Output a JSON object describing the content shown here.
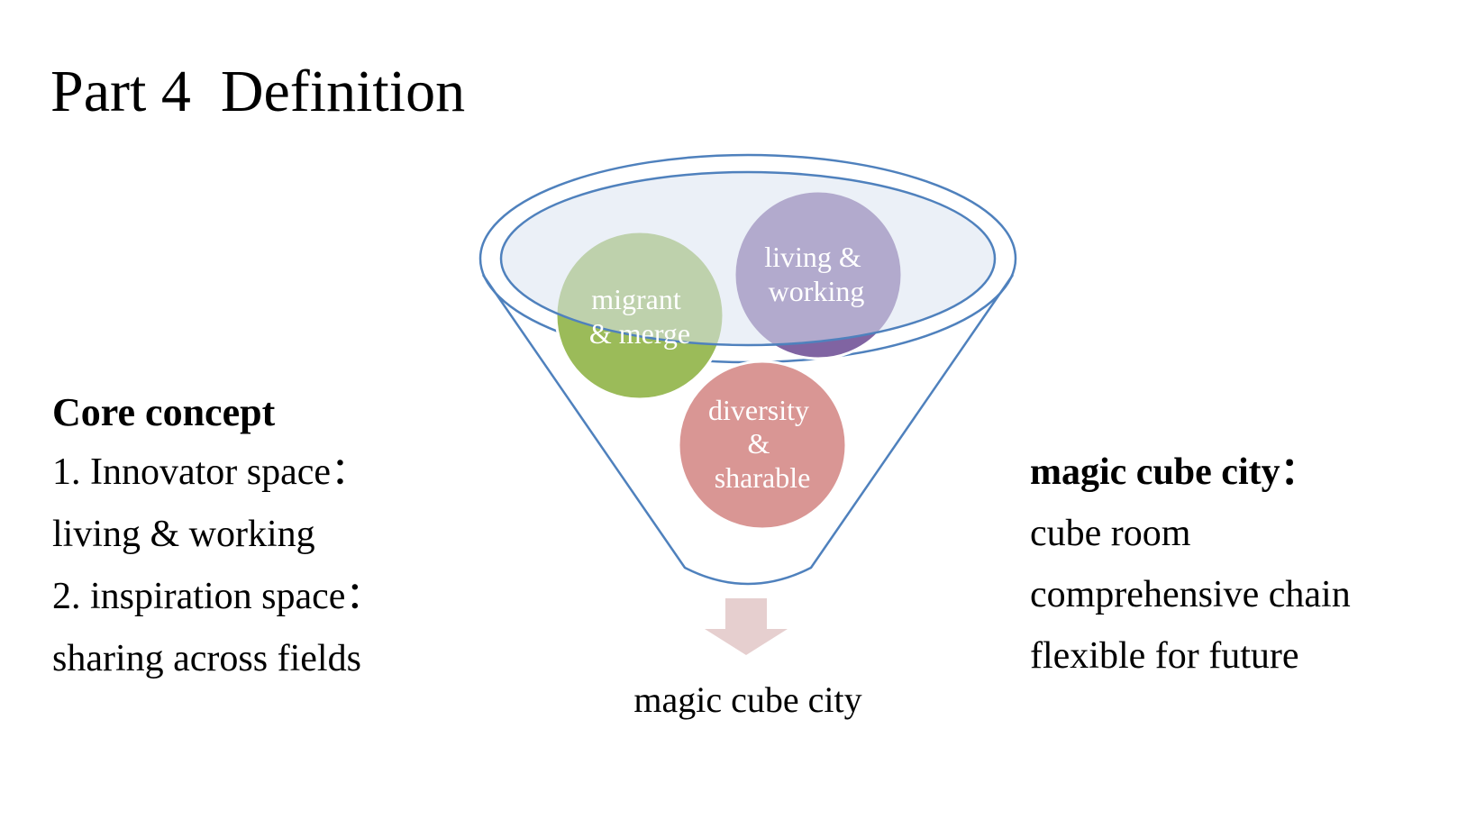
{
  "slide": {
    "title": "Part 4  Definition"
  },
  "left_panel": {
    "heading": "Core concept",
    "lines": [
      "1. Innovator space：",
      "living & working",
      "2. inspiration space：",
      "sharing across fields"
    ]
  },
  "diagram": {
    "circles": [
      {
        "line1": "migrant",
        "line2": "& merge",
        "color": "#9bbb59"
      },
      {
        "line1": "living &",
        "line2": "working",
        "color": "#8064a2"
      },
      {
        "line1": "diversity",
        "line2": "&",
        "line3": "sharable",
        "color": "#d99694"
      }
    ],
    "output_label": "magic cube city",
    "funnel_color": "#4f81bd",
    "arrow_color": "#e6cfcf"
  },
  "right_panel": {
    "heading": "magic cube city：",
    "lines": [
      "cube room",
      "comprehensive chain",
      "flexible for future"
    ]
  }
}
